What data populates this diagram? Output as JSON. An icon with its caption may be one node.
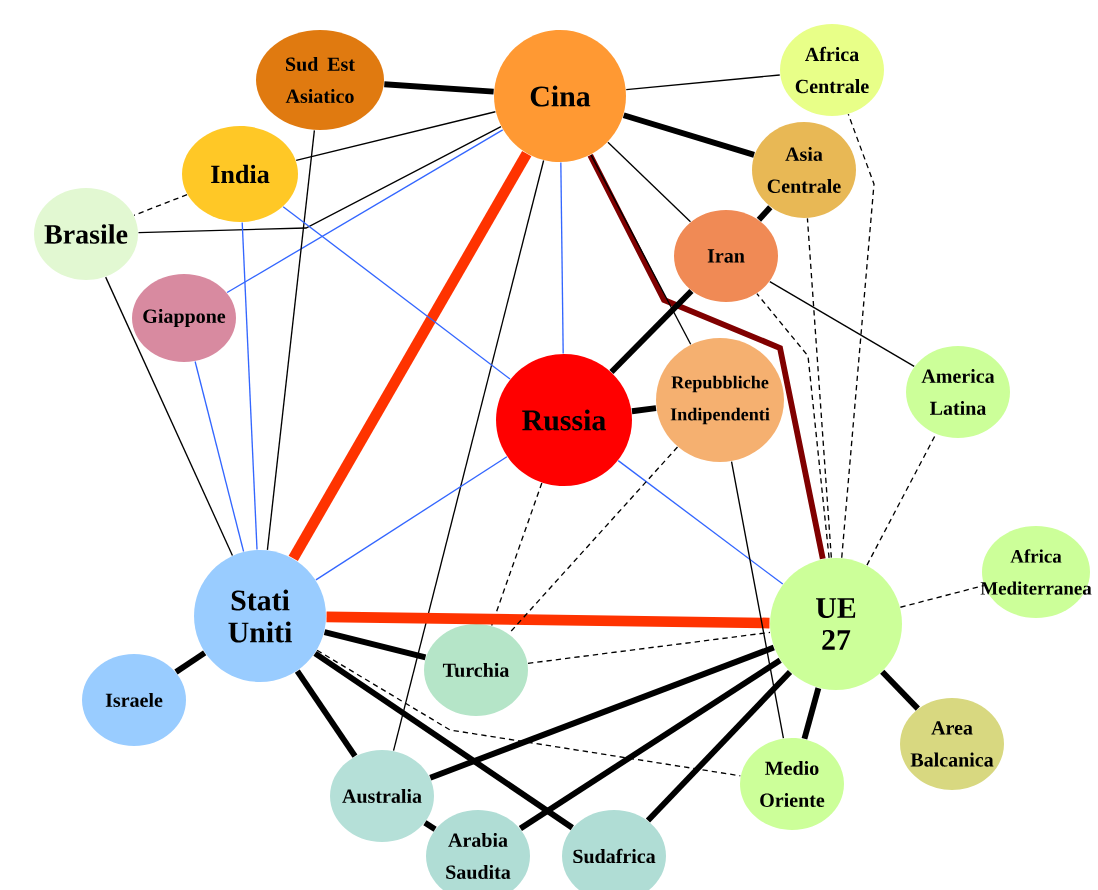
{
  "diagram": {
    "nodes": [
      {
        "text": [
          "Sud Est Asiatico"
        ]
      },
      {
        "text": [
          "Cina"
        ]
      },
      {
        "text": [
          "Africa Centrale"
        ]
      },
      {
        "text": [
          "India"
        ]
      },
      {
        "text": [
          "Asia Centrale"
        ]
      },
      {
        "text": [
          "Brasile"
        ]
      },
      {
        "text": [
          "Iran"
        ]
      },
      {
        "text": [
          "Giappone"
        ]
      },
      {
        "text": [
          "America Latina"
        ]
      },
      {
        "text": [
          "Russia"
        ]
      },
      {
        "text": [
          "Repubbliche Indipendenti"
        ]
      },
      {
        "text": [
          "Stati Uniti"
        ]
      },
      {
        "text": [
          "Africa Mediterranea"
        ]
      },
      {
        "text": [
          "UE 27"
        ]
      },
      {
        "text": [
          "Israele"
        ]
      },
      {
        "text": [
          "Turchia"
        ]
      },
      {
        "text": [
          "Medio Oriente"
        ]
      },
      {
        "text": [
          "Area Balcanica"
        ]
      },
      {
        "text": [
          "Australia"
        ]
      },
      {
        "text": [
          "Arabia Saudita"
        ]
      },
      {
        "text": [
          "Sudafrica"
        ]
      }
    ],
    "edges": [
      {
        "from": 1,
        "to": 0,
        "arrow": "none",
        "style": "thick"
      },
      {
        "from": 1,
        "to": 3,
        "arrow": "none"
      },
      {
        "from": 1,
        "to": 5,
        "arrow": "none"
      },
      {
        "from": 1,
        "to": 7,
        "arrow": "none",
        "color": "#3366ff"
      },
      {
        "from": 1,
        "to": 11,
        "arrow": "none",
        "style": "thick",
        "color": "#ff3300"
      },
      {
        "from": 1,
        "to": 9,
        "arrow": "none",
        "color": "#3366ff"
      },
      {
        "from": 1,
        "to": 2,
        "arrow": "none"
      },
      {
        "from": 1,
        "to": 4,
        "arrow": "none",
        "style": "thick"
      },
      {
        "from": 1,
        "to": 6,
        "arrow": "none"
      },
      {
        "from": 1,
        "to": 13,
        "arrow": "none",
        "style": "thick",
        "color": "#800000"
      },
      {
        "from": 1,
        "to": 10,
        "arrow": "none"
      },
      {
        "from": 1,
        "to": 18,
        "arrow": "none"
      },
      {
        "from": 0,
        "to": 11,
        "arrow": "none"
      },
      {
        "from": 3,
        "to": 5,
        "arrow": "none",
        "style": "dashed"
      },
      {
        "from": 3,
        "to": 11,
        "arrow": "none",
        "color": "#3366ff"
      },
      {
        "from": 3,
        "to": 9,
        "arrow": "none",
        "color": "#3366ff"
      },
      {
        "from": 5,
        "to": 11,
        "arrow": "none"
      },
      {
        "from": 7,
        "to": 11,
        "arrow": "none",
        "color": "#3366ff"
      },
      {
        "from": 9,
        "to": 11,
        "arrow": "none",
        "color": "#3366ff"
      },
      {
        "from": 9,
        "to": 13,
        "arrow": "none",
        "color": "#3366ff"
      },
      {
        "from": 9,
        "to": 6,
        "arrow": "none",
        "style": "thick"
      },
      {
        "from": 9,
        "to": 10,
        "arrow": "none",
        "style": "thick"
      },
      {
        "from": 9,
        "to": 15,
        "arrow": "none",
        "style": "dashed"
      },
      {
        "from": 11,
        "to": 13,
        "arrow": "none",
        "style": "thick",
        "color": "#ff3300"
      },
      {
        "from": 11,
        "to": 14,
        "arrow": "none",
        "style": "thick"
      },
      {
        "from": 11,
        "to": 15,
        "arrow": "none",
        "style": "thick"
      },
      {
        "from": 11,
        "to": 18,
        "arrow": "none",
        "style": "thick"
      },
      {
        "from": 11,
        "to": 20,
        "arrow": "none",
        "style": "thick"
      },
      {
        "from": 11,
        "to": 16,
        "arrow": "none",
        "style": "dashed"
      },
      {
        "from": 15,
        "to": 13,
        "arrow": "none",
        "style": "dashed"
      },
      {
        "from": 18,
        "to": 13,
        "arrow": "none",
        "style": "thick"
      },
      {
        "from": 18,
        "to": 19,
        "arrow": "none",
        "style": "thick"
      },
      {
        "from": 19,
        "to": 13,
        "arrow": "none",
        "style": "thick"
      },
      {
        "from": 20,
        "to": 13,
        "arrow": "none",
        "style": "thick"
      },
      {
        "from": 10,
        "to": 16,
        "arrow": "none"
      },
      {
        "from": 16,
        "to": 13,
        "arrow": "none",
        "style": "thick"
      },
      {
        "from": 13,
        "to": 17,
        "arrow": "none",
        "style": "thick"
      },
      {
        "from": 13,
        "to": 12,
        "arrow": "none",
        "style": "dashed"
      },
      {
        "from": 13,
        "to": 8,
        "arrow": "none",
        "style": "dashed"
      },
      {
        "from": 13,
        "to": 4,
        "arrow": "none",
        "style": "dashed"
      },
      {
        "from": 13,
        "to": 6,
        "arrow": "none",
        "style": "dashed"
      },
      {
        "from": 13,
        "to": 2,
        "arrow": "none",
        "style": "dashed"
      },
      {
        "from": 6,
        "to": 8,
        "arrow": "none"
      },
      {
        "from": 6,
        "to": 4,
        "arrow": "none",
        "style": "thick"
      },
      {
        "from": 10,
        "to": 15,
        "arrow": "none",
        "style": "dashed"
      }
    ]
  }
}
